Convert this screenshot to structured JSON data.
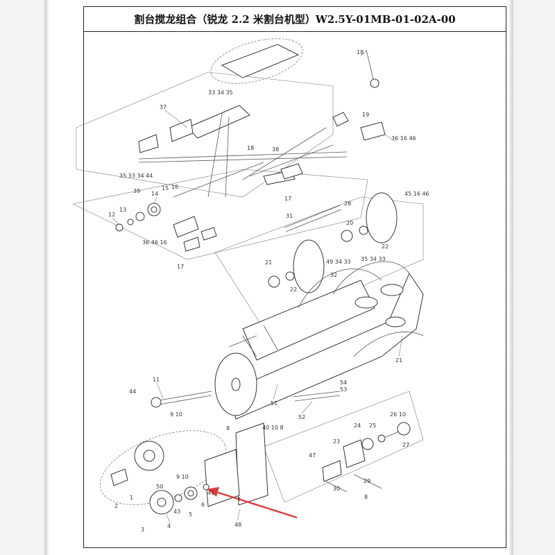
{
  "title": "割台搅龙组合（锐龙 2.2 米割台机型）W2.5Y-01MB-01-02A-00",
  "callouts": [
    {
      "id": "c18a",
      "text": "18"
    },
    {
      "id": "c333435",
      "text": "33 34 35"
    },
    {
      "id": "c37",
      "text": "37"
    },
    {
      "id": "c19",
      "text": "19"
    },
    {
      "id": "c361646a",
      "text": "36 16 46"
    },
    {
      "id": "c18b",
      "text": "18"
    },
    {
      "id": "c38",
      "text": "38"
    },
    {
      "id": "c3533344",
      "text": "35 33 34 44"
    },
    {
      "id": "c39",
      "text": "39"
    },
    {
      "id": "c14",
      "text": "14"
    },
    {
      "id": "c15",
      "text": "15"
    },
    {
      "id": "c16",
      "text": "16"
    },
    {
      "id": "c17a",
      "text": "17"
    },
    {
      "id": "c12",
      "text": "12"
    },
    {
      "id": "c13",
      "text": "13"
    },
    {
      "id": "c361646b",
      "text": "36 46 16"
    },
    {
      "id": "c17b",
      "text": "17"
    },
    {
      "id": "c451646",
      "text": "45 16 46"
    },
    {
      "id": "c28",
      "text": "28"
    },
    {
      "id": "c31",
      "text": "31"
    },
    {
      "id": "c20",
      "text": "20"
    },
    {
      "id": "c22a",
      "text": "22"
    },
    {
      "id": "c21a",
      "text": "21"
    },
    {
      "id": "c22b",
      "text": "22"
    },
    {
      "id": "c493433",
      "text": "49 34 33"
    },
    {
      "id": "c353433",
      "text": "35 34 33"
    },
    {
      "id": "c32",
      "text": "32"
    },
    {
      "id": "c21b",
      "text": "21"
    },
    {
      "id": "c51",
      "text": "51"
    },
    {
      "id": "c11",
      "text": "11"
    },
    {
      "id": "c44",
      "text": "44"
    },
    {
      "id": "c910a",
      "text": "9 10"
    },
    {
      "id": "c54",
      "text": "54"
    },
    {
      "id": "c53",
      "text": "53"
    },
    {
      "id": "c52",
      "text": "52"
    },
    {
      "id": "c8a",
      "text": "8"
    },
    {
      "id": "c40108",
      "text": "40 10 8"
    },
    {
      "id": "c24",
      "text": "24"
    },
    {
      "id": "c25",
      "text": "25"
    },
    {
      "id": "c2610",
      "text": "26 10"
    },
    {
      "id": "c27",
      "text": "27"
    },
    {
      "id": "c23",
      "text": "23"
    },
    {
      "id": "c47",
      "text": "47"
    },
    {
      "id": "c29",
      "text": "29"
    },
    {
      "id": "c30",
      "text": "30"
    },
    {
      "id": "c8b",
      "text": "8"
    },
    {
      "id": "c910b",
      "text": "9 10"
    },
    {
      "id": "c50",
      "text": "50"
    },
    {
      "id": "c6",
      "text": "6"
    },
    {
      "id": "c41",
      "text": "41"
    },
    {
      "id": "c7",
      "text": "7"
    },
    {
      "id": "c1",
      "text": "1"
    },
    {
      "id": "c2",
      "text": "2"
    },
    {
      "id": "c3",
      "text": "3"
    },
    {
      "id": "c4",
      "text": "4"
    },
    {
      "id": "c43",
      "text": "43"
    },
    {
      "id": "c5",
      "text": "5"
    },
    {
      "id": "c48",
      "text": "48"
    }
  ],
  "colors": {
    "arrow": "#e03a3a",
    "ink": "#333333"
  }
}
